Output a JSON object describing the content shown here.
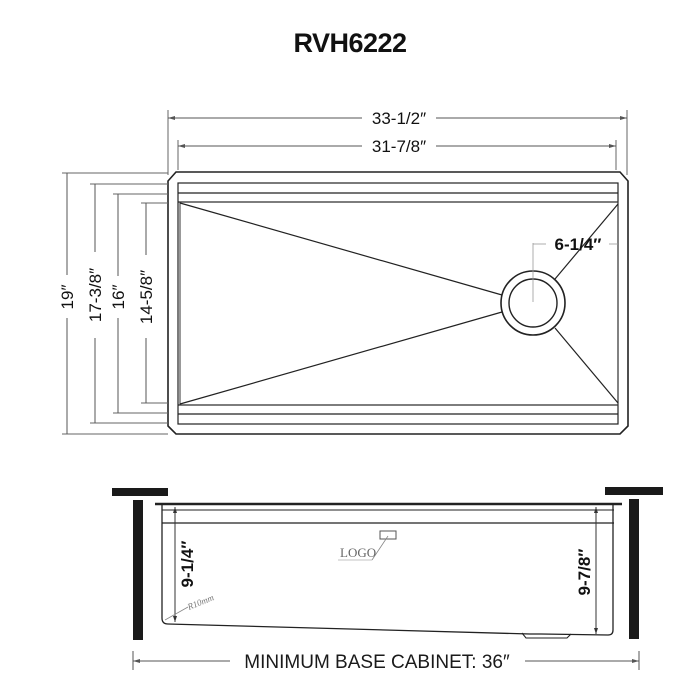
{
  "title": "RVH6222",
  "top_view": {
    "overall_width": "33-1/2″",
    "inner_width": "31-7/8″",
    "overall_depth": "19″",
    "rim_depth": "17-3/8″",
    "bowl_depth": "16″",
    "bottom_depth": "14-5/8″",
    "drain_offset": "6-1/4″"
  },
  "side_view": {
    "left_height": "9-1/4″",
    "right_height": "9-7/8″",
    "logo_label": "LOGO",
    "radius_label": "R10mm",
    "cabinet_label": "MINIMUM BASE CABINET: 36″"
  },
  "colors": {
    "line": "#222222",
    "dim_line": "#555555",
    "background": "#ffffff"
  }
}
